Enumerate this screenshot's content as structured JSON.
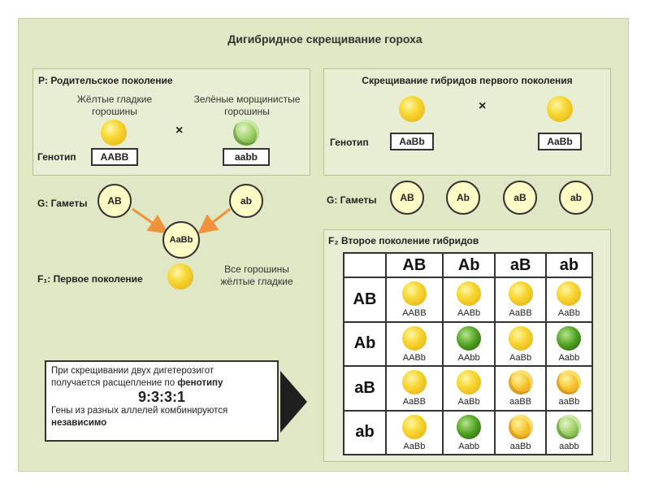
{
  "title": "Дигибридное скрещивание гороха",
  "parents": {
    "heading": "P: Родительское поколение",
    "p1_desc": [
      "Жёлтые гладкие",
      "горошины"
    ],
    "p2_desc": [
      "Зелёные морщинистые",
      "горошины"
    ],
    "genotype_label": "Генотип",
    "p1_genotype": "AABB",
    "p2_genotype": "aabb",
    "cross": "×"
  },
  "parent_gametes": {
    "label": "G: Гаметы",
    "g1": "AB",
    "g2": "ab"
  },
  "f1": {
    "genotype": "AaBb",
    "label": "F₁: Первое поколение",
    "desc": [
      "Все горошины",
      "жёлтые гладкие"
    ]
  },
  "hybrid_cross": {
    "heading": "Скрещивание гибридов первого поколения",
    "genotype_label": "Генотип",
    "g1": "AaBb",
    "g2": "AaBb",
    "cross": "×",
    "gametes_label": "G: Гаметы",
    "gametes": [
      "AB",
      "Ab",
      "aB",
      "ab"
    ]
  },
  "f2": {
    "heading": "F₂ Второе поколение гибридов",
    "cols": [
      "AB",
      "Ab",
      "aB",
      "ab"
    ],
    "rows": [
      {
        "header": "AB",
        "cells": [
          {
            "g": "AABB",
            "pea": "yellow-smooth"
          },
          {
            "g": "AABb",
            "pea": "yellow-smooth"
          },
          {
            "g": "AaBB",
            "pea": "yellow-smooth"
          },
          {
            "g": "AaBb",
            "pea": "yellow-smooth"
          }
        ]
      },
      {
        "header": "Ab",
        "cells": [
          {
            "g": "AABb",
            "pea": "yellow-smooth"
          },
          {
            "g": "AAbb",
            "pea": "green-smooth"
          },
          {
            "g": "AaBb",
            "pea": "yellow-smooth"
          },
          {
            "g": "Aabb",
            "pea": "green-smooth"
          }
        ]
      },
      {
        "header": "aB",
        "cells": [
          {
            "g": "AaBB",
            "pea": "yellow-smooth"
          },
          {
            "g": "AaBb",
            "pea": "yellow-smooth"
          },
          {
            "g": "aaBB",
            "pea": "yellow-wrinkled"
          },
          {
            "g": "aaBb",
            "pea": "yellow-wrinkled"
          }
        ]
      },
      {
        "header": "ab",
        "cells": [
          {
            "g": "AaBb",
            "pea": "yellow-smooth"
          },
          {
            "g": "Aabb",
            "pea": "green-smooth"
          },
          {
            "g": "aaBb",
            "pea": "yellow-wrinkled"
          },
          {
            "g": "aabb",
            "pea": "green-wrinkled"
          }
        ]
      }
    ]
  },
  "note": {
    "line1": "При скрещивании двух дигетерозигот",
    "line2_pre": "получается расщепление по ",
    "line2_bold": "фенотипу",
    "ratio": "9:3:3:1",
    "line3": "Гены из разных аллелей комбинируются",
    "line4_bold": "независимо"
  },
  "colors": {
    "background": "#dfe7c4",
    "panel": "#e8eed3",
    "arrow": "#f0923a",
    "big_arrow": "#1f1f1f"
  }
}
